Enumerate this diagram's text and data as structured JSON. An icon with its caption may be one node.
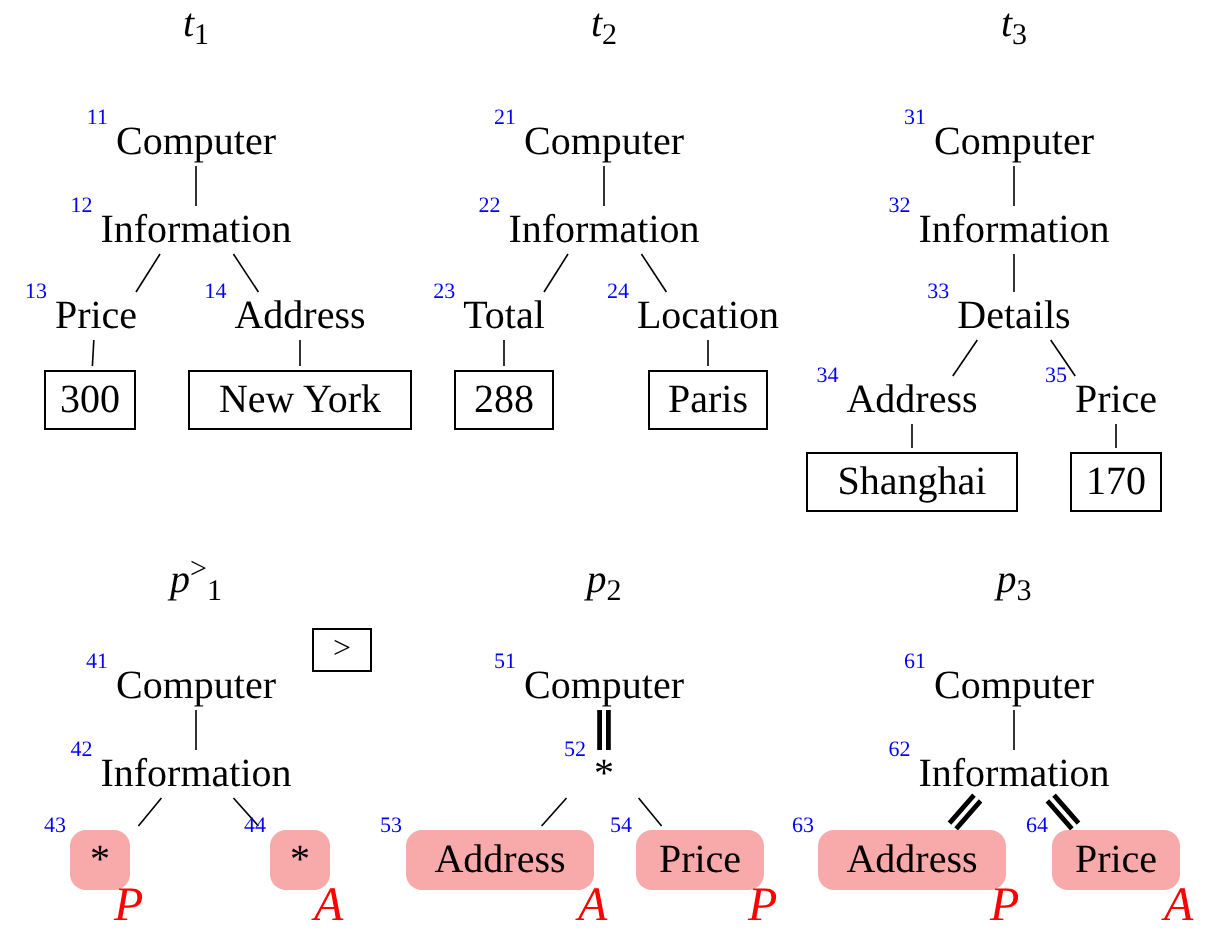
{
  "diagram": {
    "nodes": [
      {
        "text": [
          "Computer"
        ],
        "beside": [
          "11"
        ]
      },
      {
        "text": [
          "Information"
        ],
        "beside": [
          "12"
        ]
      },
      {
        "text": [
          "Price"
        ],
        "beside": [
          "13"
        ]
      },
      {
        "text": [
          "Address"
        ],
        "beside": [
          "14"
        ]
      },
      {
        "text": [
          "300"
        ]
      },
      {
        "text": [
          "New York"
        ]
      },
      {
        "text": [
          "Computer"
        ],
        "beside": [
          "21"
        ]
      },
      {
        "text": [
          "Information"
        ],
        "beside": [
          "22"
        ]
      },
      {
        "text": [
          "Total"
        ],
        "beside": [
          "23"
        ]
      },
      {
        "text": [
          "Location"
        ],
        "beside": [
          "24"
        ]
      },
      {
        "text": [
          "288"
        ]
      },
      {
        "text": [
          "Paris"
        ]
      },
      {
        "text": [
          "Computer"
        ],
        "beside": [
          "31"
        ]
      },
      {
        "text": [
          "Information"
        ],
        "beside": [
          "32"
        ]
      },
      {
        "text": [
          "Details"
        ],
        "beside": [
          "33"
        ]
      },
      {
        "text": [
          "Address"
        ],
        "beside": [
          "34"
        ]
      },
      {
        "text": [
          "Price"
        ],
        "beside": [
          "35"
        ]
      },
      {
        "text": [
          "Shanghai"
        ]
      },
      {
        "text": [
          "170"
        ]
      },
      {
        "text": [
          "Computer"
        ],
        "beside": [
          "41"
        ]
      },
      {
        "text": [
          "Information"
        ],
        "beside": [
          "42"
        ]
      },
      {
        "text": [
          "*"
        ],
        "beside": [
          "43",
          "P"
        ]
      },
      {
        "text": [
          "*"
        ],
        "beside": [
          "44",
          "A"
        ]
      },
      {
        "text": [
          ">"
        ]
      },
      {
        "text": [
          "Computer"
        ],
        "beside": [
          "51"
        ]
      },
      {
        "text": [
          "*"
        ],
        "beside": [
          "52"
        ]
      },
      {
        "text": [
          "Address"
        ],
        "beside": [
          "53",
          "A"
        ]
      },
      {
        "text": [
          "Price"
        ],
        "beside": [
          "54",
          "P"
        ]
      },
      {
        "text": [
          "Computer"
        ],
        "beside": [
          "61"
        ]
      },
      {
        "text": [
          "Information"
        ],
        "beside": [
          "62"
        ]
      },
      {
        "text": [
          "Address"
        ],
        "beside": [
          "63",
          "P"
        ]
      },
      {
        "text": [
          "Price"
        ],
        "beside": [
          "64",
          "A"
        ]
      }
    ],
    "edges": [
      {
        "from": 0,
        "to": 1,
        "arrow": "none"
      },
      {
        "from": 1,
        "to": 2,
        "arrow": "none"
      },
      {
        "from": 1,
        "to": 3,
        "arrow": "none"
      },
      {
        "from": 2,
        "to": 4,
        "arrow": "none"
      },
      {
        "from": 3,
        "to": 5,
        "arrow": "none"
      },
      {
        "from": 6,
        "to": 7,
        "arrow": "none"
      },
      {
        "from": 7,
        "to": 8,
        "arrow": "none"
      },
      {
        "from": 7,
        "to": 9,
        "arrow": "none"
      },
      {
        "from": 8,
        "to": 10,
        "arrow": "none"
      },
      {
        "from": 9,
        "to": 11,
        "arrow": "none"
      },
      {
        "from": 12,
        "to": 13,
        "arrow": "none"
      },
      {
        "from": 13,
        "to": 14,
        "arrow": "none"
      },
      {
        "from": 14,
        "to": 15,
        "arrow": "none"
      },
      {
        "from": 14,
        "to": 16,
        "arrow": "none"
      },
      {
        "from": 15,
        "to": 17,
        "arrow": "none"
      },
      {
        "from": 16,
        "to": 18,
        "arrow": "none"
      },
      {
        "from": 19,
        "to": 20,
        "arrow": "none"
      },
      {
        "from": 20,
        "to": 21,
        "arrow": "none"
      },
      {
        "from": 20,
        "to": 22,
        "arrow": "none"
      },
      {
        "from": 24,
        "to": 25,
        "arrow": "none",
        "style": "thick"
      },
      {
        "from": 25,
        "to": 26,
        "arrow": "none"
      },
      {
        "from": 25,
        "to": 27,
        "arrow": "none"
      },
      {
        "from": 28,
        "to": 29,
        "arrow": "none"
      },
      {
        "from": 29,
        "to": 30,
        "arrow": "none",
        "style": "thick"
      },
      {
        "from": 29,
        "to": 31,
        "arrow": "none",
        "style": "thick"
      }
    ],
    "labels": [
      "*t*$_{1}$",
      "*t*$_{2}$",
      "*t*$_{3}$",
      "*p*$^{>}$$_{1}$",
      "*p*$_{2}$",
      "*p*$_{3}$"
    ]
  }
}
